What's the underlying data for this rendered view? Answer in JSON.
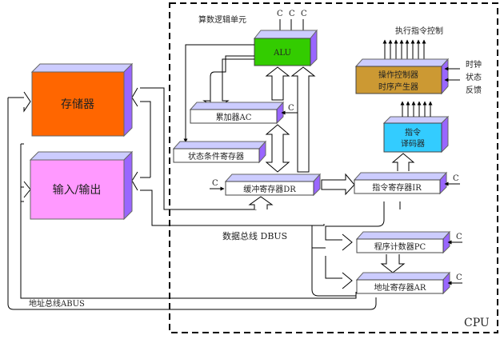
{
  "cpu_label": "CPU",
  "labels": {
    "alu_unit": "算数逻辑单元",
    "exec_control": "执行指令控制",
    "data_bus": "数据总线 DBUS",
    "address_bus": "地址总线ABUS",
    "clock": "时钟",
    "status": "状态",
    "feedback": "反馈",
    "control_c": "C"
  },
  "blocks": {
    "memory": "存储器",
    "io": "输入/输出",
    "alu": "ALU",
    "accumulator": "累加器AC",
    "status_register": "状态条件寄存器",
    "buffer_register": "缓冲寄存器DR",
    "instruction_register": "指令寄存器IR",
    "instruction_decoder_1": "指令",
    "instruction_decoder_2": "译码器",
    "controller_1": "操作控制器",
    "controller_2": "时序产生器",
    "program_counter": "程序计数器PC",
    "address_register": "地址寄存器AR"
  },
  "colors": {
    "memory": "#ff6600",
    "io": "#ff99ff",
    "alu": "#33cc00",
    "decoder": "#33ccff",
    "controller": "#cc9933",
    "top_face": "#ccccff",
    "side_face": "#9966ff"
  }
}
